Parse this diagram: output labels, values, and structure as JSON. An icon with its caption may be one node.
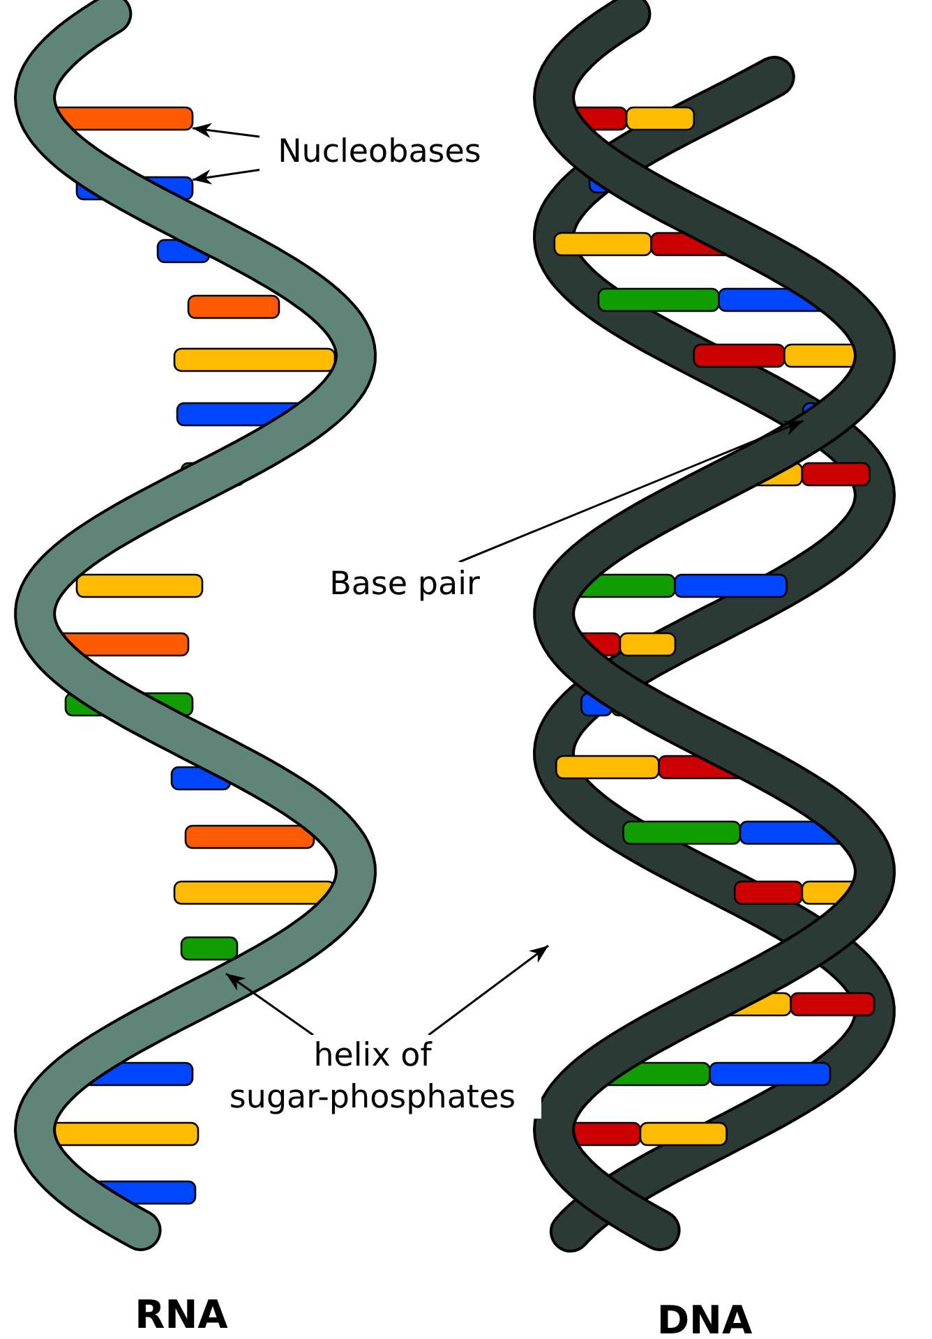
{
  "diagram": {
    "nodes": [
      {
        "text": [],
        "shape": "picture",
        "beside": [
          "RNA"
        ]
      },
      {
        "text": [],
        "shape": "picture",
        "beside": [
          "DNA"
        ]
      },
      {
        "text": [
          "Nucleobases"
        ]
      },
      {
        "text": [],
        "shape": "bar",
        "in": 0
      },
      {
        "text": [],
        "shape": "bar",
        "in": 0
      },
      {
        "text": [
          "Base pair"
        ]
      },
      {
        "text": [],
        "shape": "bar",
        "in": 1
      },
      {
        "text": [
          "helix of sugar-phosphates"
        ]
      }
    ],
    "edges": [
      {
        "from": 2,
        "to": 3,
        "arrow": "to"
      },
      {
        "from": 2,
        "to": 4,
        "arrow": "to"
      },
      {
        "from": 5,
        "to": 6,
        "arrow": "to"
      },
      {
        "from": 7,
        "to": 0,
        "arrow": "to"
      },
      {
        "from": 7,
        "to": 1,
        "arrow": "to"
      }
    ]
  }
}
